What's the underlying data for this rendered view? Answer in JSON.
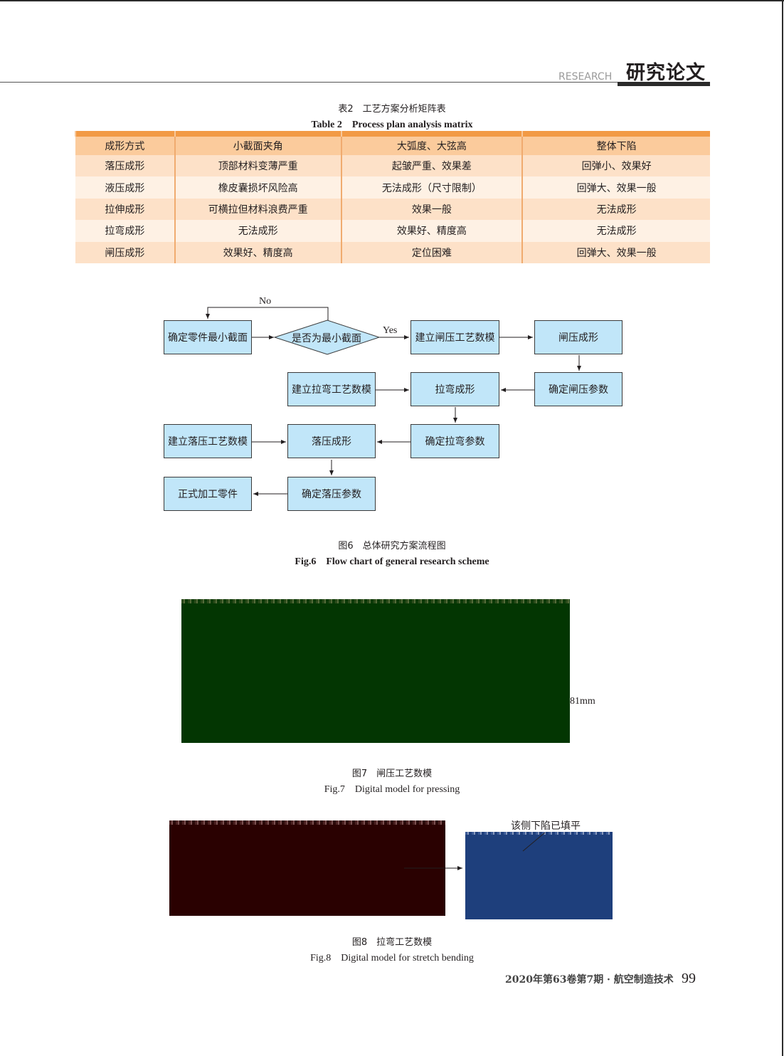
{
  "header": {
    "section_en": "RESEARCH",
    "section_cn": "研究论文"
  },
  "table2": {
    "caption_cn": "表2　工艺方案分析矩阵表",
    "caption_en": "Table 2　Process plan analysis matrix",
    "columns": [
      "成形方式",
      "小截面夹角",
      "大弧度、大弦高",
      "整体下陷"
    ],
    "rows": [
      [
        "落压成形",
        "顶部材料变薄严重",
        "起皱严重、效果差",
        "回弹小、效果好"
      ],
      [
        "液压成形",
        "橡皮囊损坏风险高",
        "无法成形（尺寸限制）",
        "回弹大、效果一般"
      ],
      [
        "拉伸成形",
        "可横拉但材料浪费严重",
        "效果一般",
        "无法成形"
      ],
      [
        "拉弯成形",
        "无法成形",
        "效果好、精度高",
        "无法成形"
      ],
      [
        "闸压成形",
        "效果好、精度高",
        "定位困难",
        "回弹大、效果一般"
      ]
    ]
  },
  "flowchart": {
    "nodes": {
      "n1": "确定零件最小截面",
      "decision": "是否为最小截面",
      "n2": "建立闸压工艺数模",
      "n3": "闸压成形",
      "n4": "确定闸压参数",
      "n5": "拉弯成形",
      "n6": "建立拉弯工艺数模",
      "n7": "确定拉弯参数",
      "n8": "落压成形",
      "n9": "建立落压工艺数模",
      "n10": "确定落压参数",
      "n11": "正式加工零件"
    },
    "no_label": "No",
    "yes_label": "Yes"
  },
  "fig6": {
    "caption_cn": "图6　总体研究方案流程图",
    "caption_en": "Fig.6　Flow chart of general research scheme"
  },
  "fig7": {
    "caption_cn": "图7　闸压工艺数模",
    "caption_en": "Fig.7　Digital model for pressing",
    "annotation": "81mm"
  },
  "fig8": {
    "caption_cn": "图8　拉弯工艺数模",
    "caption_en": "Fig.8　Digital model for stretch bending",
    "annotation": "该侧下陷已填平"
  },
  "footer": {
    "journal": "2020年第63卷第7期 · 航空制造技术",
    "page": "99"
  }
}
